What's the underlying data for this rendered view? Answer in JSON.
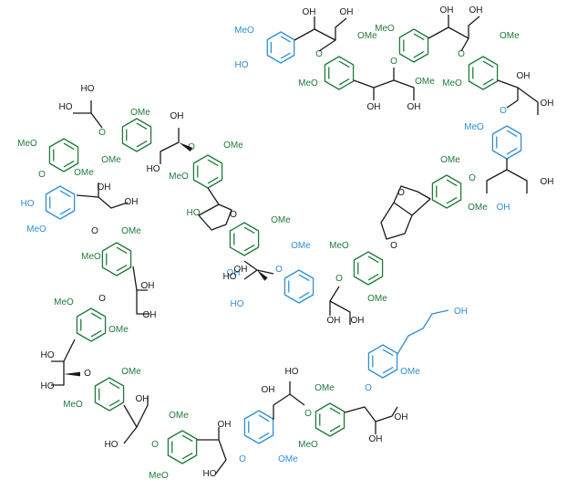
{
  "colors": {
    "syringyl": "#1f7a3a",
    "guaiacyl": "#2e8fd6",
    "backbone": "#1a1a1a"
  },
  "labels": {
    "oh": "OH",
    "ho": "HO",
    "ome": "OMe",
    "meo": "MeO",
    "o": "O"
  }
}
